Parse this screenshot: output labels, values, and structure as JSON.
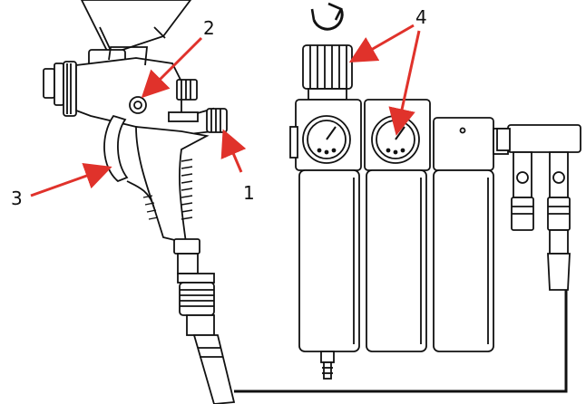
{
  "callouts": {
    "c1": "1",
    "c2": "2",
    "c3": "3",
    "c4": "4"
  },
  "colors": {
    "arrow": "#e0322b",
    "stroke": "#111111",
    "fill": "#ffffff"
  },
  "icons": {
    "rotate": "rotate-arrows-icon",
    "pressure_gauge": "pressure-gauge-icon"
  }
}
